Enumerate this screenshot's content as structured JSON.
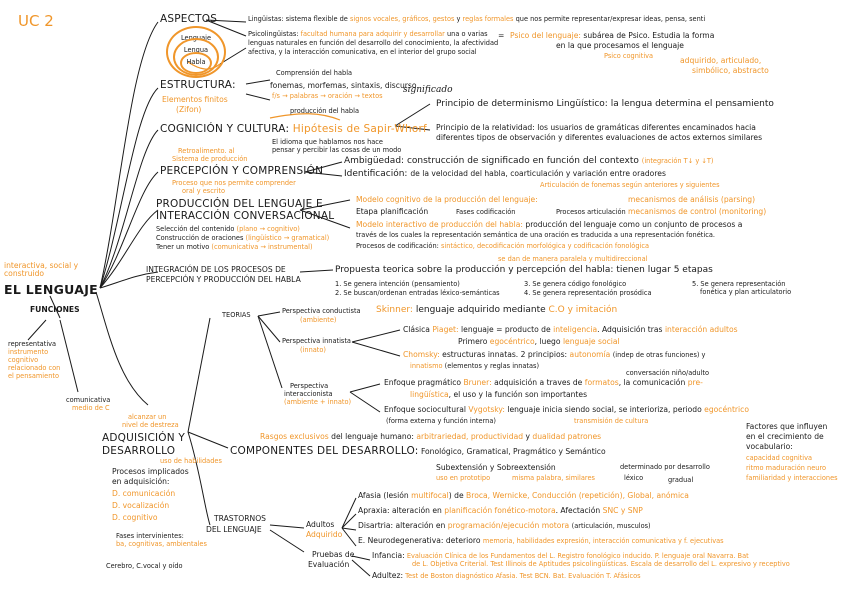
{
  "uc": "UC 2",
  "root": {
    "title": "EL LENGUAJE",
    "note": "interactiva, social y construido"
  },
  "funciones": {
    "title": "FUNCIONES",
    "rep": [
      "representativa",
      "instrumento",
      "cognitivo",
      "relacionado con",
      "el pensamiento"
    ],
    "com": [
      "comunicativa",
      "medio de C"
    ]
  },
  "aspectos": {
    "title": "ASPECTOS",
    "ling_label": "Lingüistas:",
    "ling_def": "sistema flexible de",
    "ling_o": "signos vocales, gráficos, gestos",
    "ling_y": "y",
    "ling_o2": "reglas formales",
    "ling_end": "que nos permite representar/expresar ideas, pensa, senti",
    "psico_label": "Psicolingüistas:",
    "psico_o": "facultad humana para adquirir y desarrollar",
    "psico_rest": "una o varias",
    "psico_l2": "lenguas naturales en función del desarrollo del conocimiento, la afectividad",
    "psico_l3": "afectiva, y la interacción comunicativa, en el interior del grupo social",
    "circles": [
      "Lenguaje",
      "Lengua",
      "Habla"
    ],
    "psico_eq": "=",
    "psico_lenguaje_o": "Psico del lenguaje:",
    "psico_lenguaje": "subárea de Psico. Estudia la forma",
    "psico_lenguaje2": "en la que procesamos el lenguaje",
    "psico_cog": "Psico cognitiva",
    "adq": [
      "adquirido, articulado,",
      "simbólico, abstracto"
    ]
  },
  "estructura": {
    "title": "ESTRUCTURA:",
    "elements": "Elementos finitos",
    "zifon": "(Zifon)",
    "comprension": "Comprensión del habla",
    "units": "fonemas, morfemas, sintaxis, discurso",
    "sub_units": "f/s  →  palabras  →  oración  →  textos",
    "produccion": "producción del habla",
    "significado": "significado"
  },
  "cognicion": {
    "title": "COGNICIÓN Y CULTURA:",
    "hip": "Hipótesis de Sapir-Whorf",
    "note1": "El idioma que hablamos nos hace",
    "note2": "pensar y percibir las cosas de un modo",
    "p1_label": "Principio de determinismo Lingüístico:",
    "p1": "la lengua determina el pensamiento",
    "p2_label": "Principio de la relatividad:",
    "p2": "los usuarios de gramáticas diferentes encaminados hacia",
    "p2b": "diferentes tipos de observación y diferentes evaluaciones de actos externos similares"
  },
  "percepcion": {
    "pre1": "Retroalimento. al",
    "pre2": "Sistema de producción",
    "title": "PERCEPCIÓN Y COMPRENSIÓN",
    "sub1": "Proceso que nos permite comprender",
    "sub2": "oral y escrito",
    "amb_label": "Ambigüedad:",
    "amb": "construcción de significado en función del contexto",
    "amb_o": "(integración T↓ y ↓T)",
    "id_label": "Identificación:",
    "id": "de la velocidad del habla, coarticulación y variación entre oradores",
    "id_o": "Articulación de fonemas según anteriores y siguientes"
  },
  "produccion": {
    "title1": "PRODUCCIÓN DEL LENGUAJE E",
    "title2": "INTERACCIÓN CONVERSACIONAL",
    "sel": "Selección del contenido",
    "sel_o": "(plano → cognitivo)",
    "cons": "Construcción de oraciones",
    "cons_o": "(lingüístico → gramatical)",
    "tener": "Tener un motivo",
    "tener_o": "(comunicativa → instrumental)",
    "mod1_o": "Modelo cognitivo de la producción del lenguaje:",
    "mec1": "mecanismos de análisis (parsing)",
    "etapa": "Etapa planificación",
    "fases": "Fases codificación",
    "proc": "Procesos articulación",
    "mec2": "mecanismos de control (monitoring)",
    "mod2_o": "Modelo interactivo de producción del habla:",
    "mod2": "producción del lenguaje como un conjunto de procesos a",
    "mod2b": "través de los cuales la representación semántica de una oración es traducida a una representación fonética.",
    "codif": "Procesos de codificación:",
    "codif_o": "sintáctico, decodificación morfológica y codificación fonológica"
  },
  "integracion": {
    "title1": "INTEGRACIÓN DE LOS PROCESOS DE",
    "title2": "PERCEPCIÓN Y PRODUCCIÓN DEL HABLA",
    "note": "se dan de manera paralela y multidireccional",
    "prop": "Propuesta teorica sobre la producción y percepción del habla: tienen lugar 5 etapas",
    "steps": [
      "1. Se genera intención (pensamiento)",
      "2. Se buscan/ordenan entradas léxico-semánticas",
      "3. Se genera código fonológico",
      "4. Se genera representación prosódica",
      "5. Se genera representación",
      "fonética y plan articulatorio"
    ]
  },
  "adquisicion": {
    "note1": "alcanzar un",
    "note2": "nivel de destreza",
    "title1": "ADQUISICIÓN Y",
    "title2": "DESARROLLO",
    "uso": "uso de habilidades",
    "proc_title": [
      "Procesos implicados",
      "en adquisición:"
    ],
    "procs": [
      "D. comunicación",
      "D. vocalización",
      "D. cognitivo"
    ],
    "fases_title": [
      "Fases intervinientes:",
      "ba, cognitivas, ambientales"
    ],
    "fases_list": "Cerebro, C.vocal y oído"
  },
  "teorias": {
    "title": "TEORIAS",
    "conductista": "Perspectiva conductista",
    "conductista_o": "(ambiente)",
    "skinner_o": "Skinner:",
    "skinner": "lenguaje adquirido mediante",
    "skinner_o2": "C.O y imitación",
    "innatista": "Perspectiva innatista",
    "innatista_o": "(innato)",
    "clasica": "Clásica",
    "piaget_o": "Piaget:",
    "piaget": "lenguaje = producto de",
    "piaget_o2": "inteligencia",
    "piaget2": ". Adquisición tras",
    "piaget_o3": "interacción adultos",
    "primero": "Primero",
    "ego_o": "egocéntrico",
    "luego": ", luego",
    "social_o": "lenguaje social",
    "chomsky_o": "Chomsky:",
    "chomsky": "estructuras innatas. 2 principios:",
    "auto_o": "autonomía",
    "chomsky2": "(indep de otras funciones) y",
    "innat_o": "innatismo",
    "chomsky3": "(elementos y reglas innatas)",
    "inter1": "Perspectiva",
    "inter2": "interaccionista",
    "inter_o": "(ambiente + innato)",
    "conv_o": "conversación niño/adulto",
    "prag": "Enfoque pragmático",
    "bruner_o": "Bruner:",
    "bruner": "adquisición a traves de",
    "formatos_o": "formatos",
    "bruner2": ", la comunicación",
    "pre_o": "pre-",
    "ling_o": "lingüística",
    "bruner3": ", el uso y la función son importantes",
    "socio": "Enfoque sociocultural",
    "vyg_o": "Vygotsky:",
    "vyg": "lenguaje inicia siendo social, se interioriza, periodo",
    "vyg_o2": "egocéntrico",
    "vyg2": "(forma externa y función interna)",
    "trans_o": "transmisión de cultura"
  },
  "componentes": {
    "rasgos_o": "Rasgos exclusivos",
    "rasgos": "del lenguaje humano:",
    "arb_o": "arbitrariedad, productividad",
    "y": "y",
    "dual_o": "dualidad patrones",
    "title": "COMPONENTES DEL DESARROLLO:",
    "list": "Fonológico, Gramatical, Pragmático y Semántico",
    "sub": "Subextensión",
    "sobre": "y Sobreextensión",
    "sub_o": "uso en prototipo",
    "sobre_o": "misma palabra, similares",
    "determ": "determinado por desarrollo",
    "lex": "léxico",
    "grad": "gradual",
    "factores": [
      "Factores que influyen",
      "en el crecimiento de",
      "vocabulario:"
    ],
    "factores_o": [
      "capacidad cognitiva",
      "ritmo maduración neuro",
      "familiaridad y interacciones"
    ]
  },
  "trastornos": {
    "title1": "TRASTORNOS",
    "title2": "DEL LENGUAJE",
    "adultos": "Adultos",
    "adquirido_o": "Adquirido",
    "afasia": "Afasia (lesión",
    "afasia_o": "multifocal",
    "afasia2": ") de",
    "afasia_list_o": "Broca, Wernicke, Conducción (repetición), Global, anómica",
    "apraxia": "Apraxia: alteración en",
    "apraxia_o": "planificación fonético-motora",
    "apraxia2": ". Afectación",
    "snc_o": "SNC y SNP",
    "disartria": "Disartria: alteración en",
    "disartria_o": "programación/ejecución motora",
    "disartria2": "(articulación, musculos)",
    "neuro": "E. Neurodegenerativa: deterioro",
    "neuro_o": "memoria, habilidades expresión, interacción comunicativa y f. ejecutivas",
    "pruebas": [
      "Pruebas de",
      "Evaluación"
    ],
    "infancia": "Infancia:",
    "infancia_o": "Evaluación Clínica de los Fundamentos del L. Registro fonológico inducido. P. lenguaje oral Navarra. Bat",
    "infancia_o2": "de L. Objetiva Criterial. Test Illinois de Aptitudes psicolingüísticas. Escala de desarrollo del L. expresivo y receptivo",
    "adultez": "Adultez:",
    "adultez_o": "Test de Boston diagnóstico Afasia. Test BCN. Bat. Evaluación T. Afásicos"
  }
}
